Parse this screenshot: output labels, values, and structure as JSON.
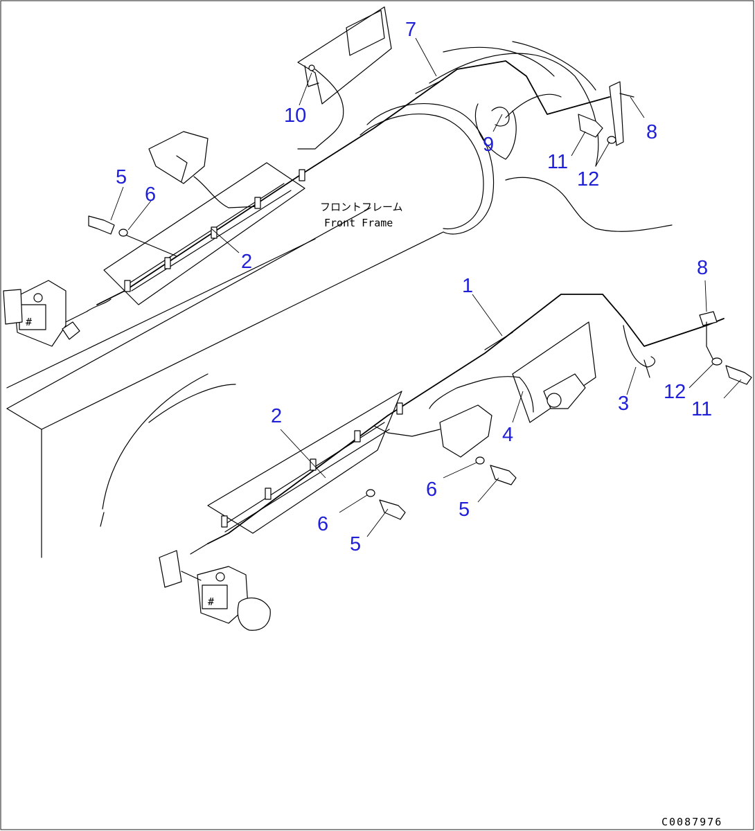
{
  "callouts": {
    "top": [
      "7",
      "10",
      "9",
      "8",
      "11",
      "12",
      "5",
      "6",
      "2"
    ],
    "bottom": [
      "1",
      "8",
      "12",
      "11",
      "3",
      "4",
      "2",
      "6",
      "5",
      "6",
      "5"
    ]
  },
  "frame_label": {
    "jp": "フロントフレーム",
    "en": "Front Frame"
  },
  "drawing_code": "C0087976",
  "colors": {
    "callout": "#1f1fd8",
    "line": "#000000",
    "background": "#ffffff"
  }
}
